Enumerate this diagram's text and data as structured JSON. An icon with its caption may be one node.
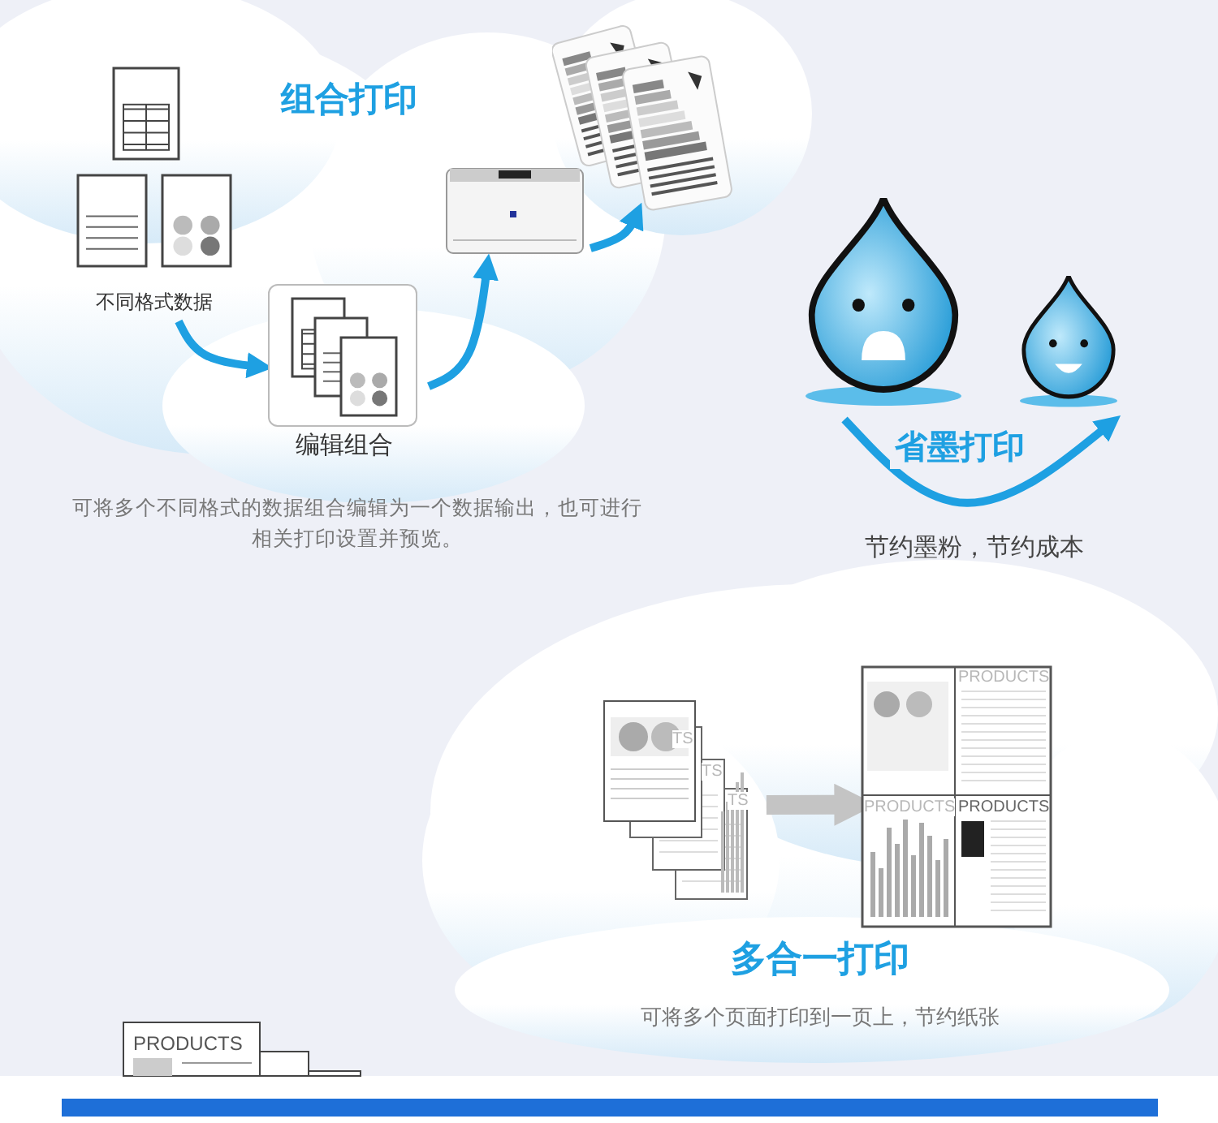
{
  "diagram": {
    "nodes": [
      {
        "text": [
          "不同格式数据"
        ]
      },
      {
        "text": [
          "编辑组合"
        ]
      },
      {
        "text": [],
        "shape": "picture"
      },
      {
        "text": [],
        "shape": "picture"
      },
      {
        "text": [],
        "shape": "picture"
      },
      {
        "text": [],
        "shape": "picture"
      },
      {
        "text": [
          "TS",
          "TS",
          "TS"
        ]
      },
      {
        "text": [
          "PRODUCTS",
          "PRODUCTS",
          "PRODUCTS"
        ]
      }
    ],
    "edges": [
      {
        "from": 0,
        "to": 1,
        "arrow": "to"
      },
      {
        "from": 1,
        "to": 2,
        "arrow": "to"
      },
      {
        "from": 2,
        "to": 3,
        "arrow": "to"
      },
      {
        "from": 4,
        "to": 5,
        "arrow": "to",
        "label": "省墨打印"
      },
      {
        "from": 6,
        "to": 7,
        "arrow": "to",
        "style": "thick",
        "color": "#c4c4c4"
      }
    ],
    "labels": [
      "组合打印",
      "可将多个不同格式的数据组合编辑为一个数据输出，也可进行相关打印设置并预览。",
      "节约墨粉，节约成本",
      "多合一打印",
      "可将多个页面打印到一页上，节约纸张",
      "PRODUCTS"
    ]
  }
}
